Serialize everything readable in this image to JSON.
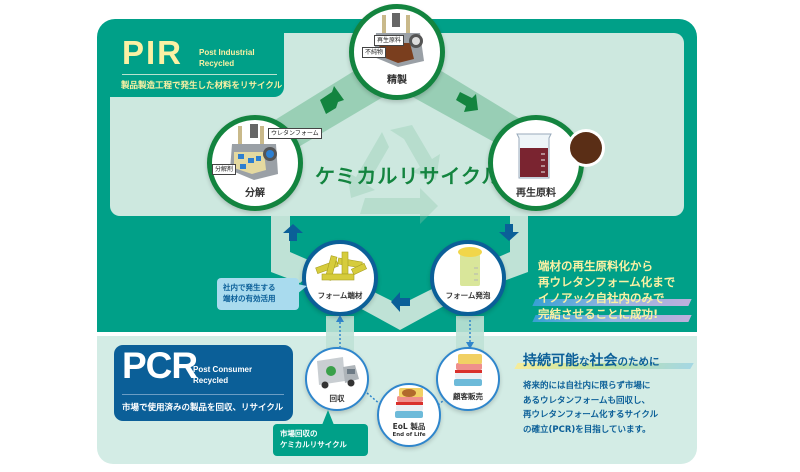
{
  "pir": {
    "acronym": "PIR",
    "subtitle_line1": "Post Industrial",
    "subtitle_line2": "Recycled",
    "description": "製品製造工程で発生した材料をリサイクル"
  },
  "pcr": {
    "acronym": "PCR",
    "subtitle_line1": "Post Consumer",
    "subtitle_line2": "Recycled",
    "description": "市場で使用済みの製品を回収、リサイクル"
  },
  "chemical_recycle_title": "ケミカルリサイクル",
  "nodes": {
    "refine": {
      "label": "精製",
      "tags": [
        "再生原料",
        "不純物"
      ]
    },
    "decompose": {
      "label": "分解",
      "tags": [
        "ウレタンフォーム",
        "分解剤"
      ]
    },
    "raw_material": {
      "label": "再生原料"
    },
    "foam_scrap": {
      "label": "フォーム端材"
    },
    "foam_molding": {
      "label": "フォーム発泡"
    },
    "collection": {
      "label": "回収"
    },
    "eol": {
      "label": "EoL 製品",
      "sublabel": "End of Life"
    },
    "customer_sale": {
      "label": "顧客販売"
    }
  },
  "callouts": {
    "internal": [
      "社内で発生する",
      "端材の有効活用"
    ],
    "market": [
      "市場回収の",
      "ケミカルリサイクル"
    ]
  },
  "highlight": {
    "lines": [
      "端材の再生原料化から",
      "再ウレタンフォーム化まで",
      "イノアック自社内のみで",
      "完結させることに成功!"
    ]
  },
  "sustainability": {
    "title_part1": "持続可能",
    "title_part2": "な",
    "title_part3": "社会",
    "title_part4": "のために",
    "body": [
      "将来的には自社内に限らず市場に",
      "あるウレタンフォームも回収し、",
      "再ウレタンフォーム化するサイクル",
      "の確立(PCR)を目指しています。"
    ]
  },
  "colors": {
    "teal": "#00a088",
    "light_teal": "#cde8df",
    "green_ring": "#13843f",
    "navy": "#0b5f98",
    "yellow_text": "#fbf1a4"
  }
}
